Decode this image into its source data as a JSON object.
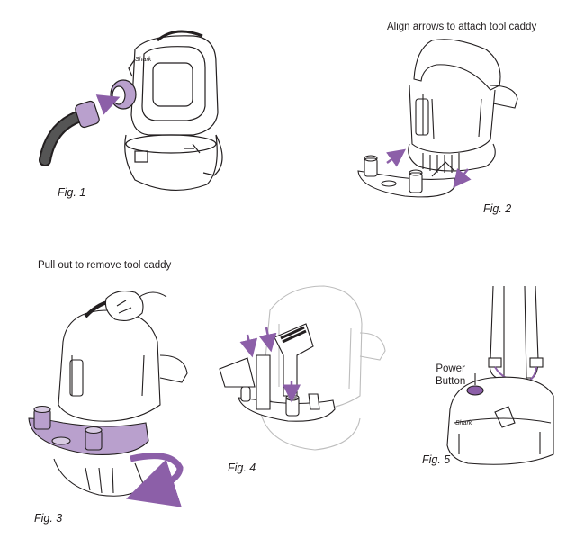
{
  "colors": {
    "accent": "#8c5fa8",
    "accent_light": "#b9a0cd",
    "ink": "#231f20"
  },
  "figures": [
    {
      "caption": "Fig. 1"
    },
    {
      "caption": "Fig. 2",
      "note": "Align arrows to attach tool caddy"
    },
    {
      "caption": "Fig. 3",
      "note": "Pull out to remove tool caddy"
    },
    {
      "caption": "Fig. 4"
    },
    {
      "caption": "Fig. 5",
      "callout_line1": "Power",
      "callout_line2": "Button"
    }
  ],
  "icons": [
    "vacuum-pod-drawing",
    "hose-drawing",
    "tool-caddy-drawing",
    "hand-drawing",
    "direction-arrow",
    "shoulder-strap-drawing",
    "power-button-icon",
    "shark-logo"
  ]
}
